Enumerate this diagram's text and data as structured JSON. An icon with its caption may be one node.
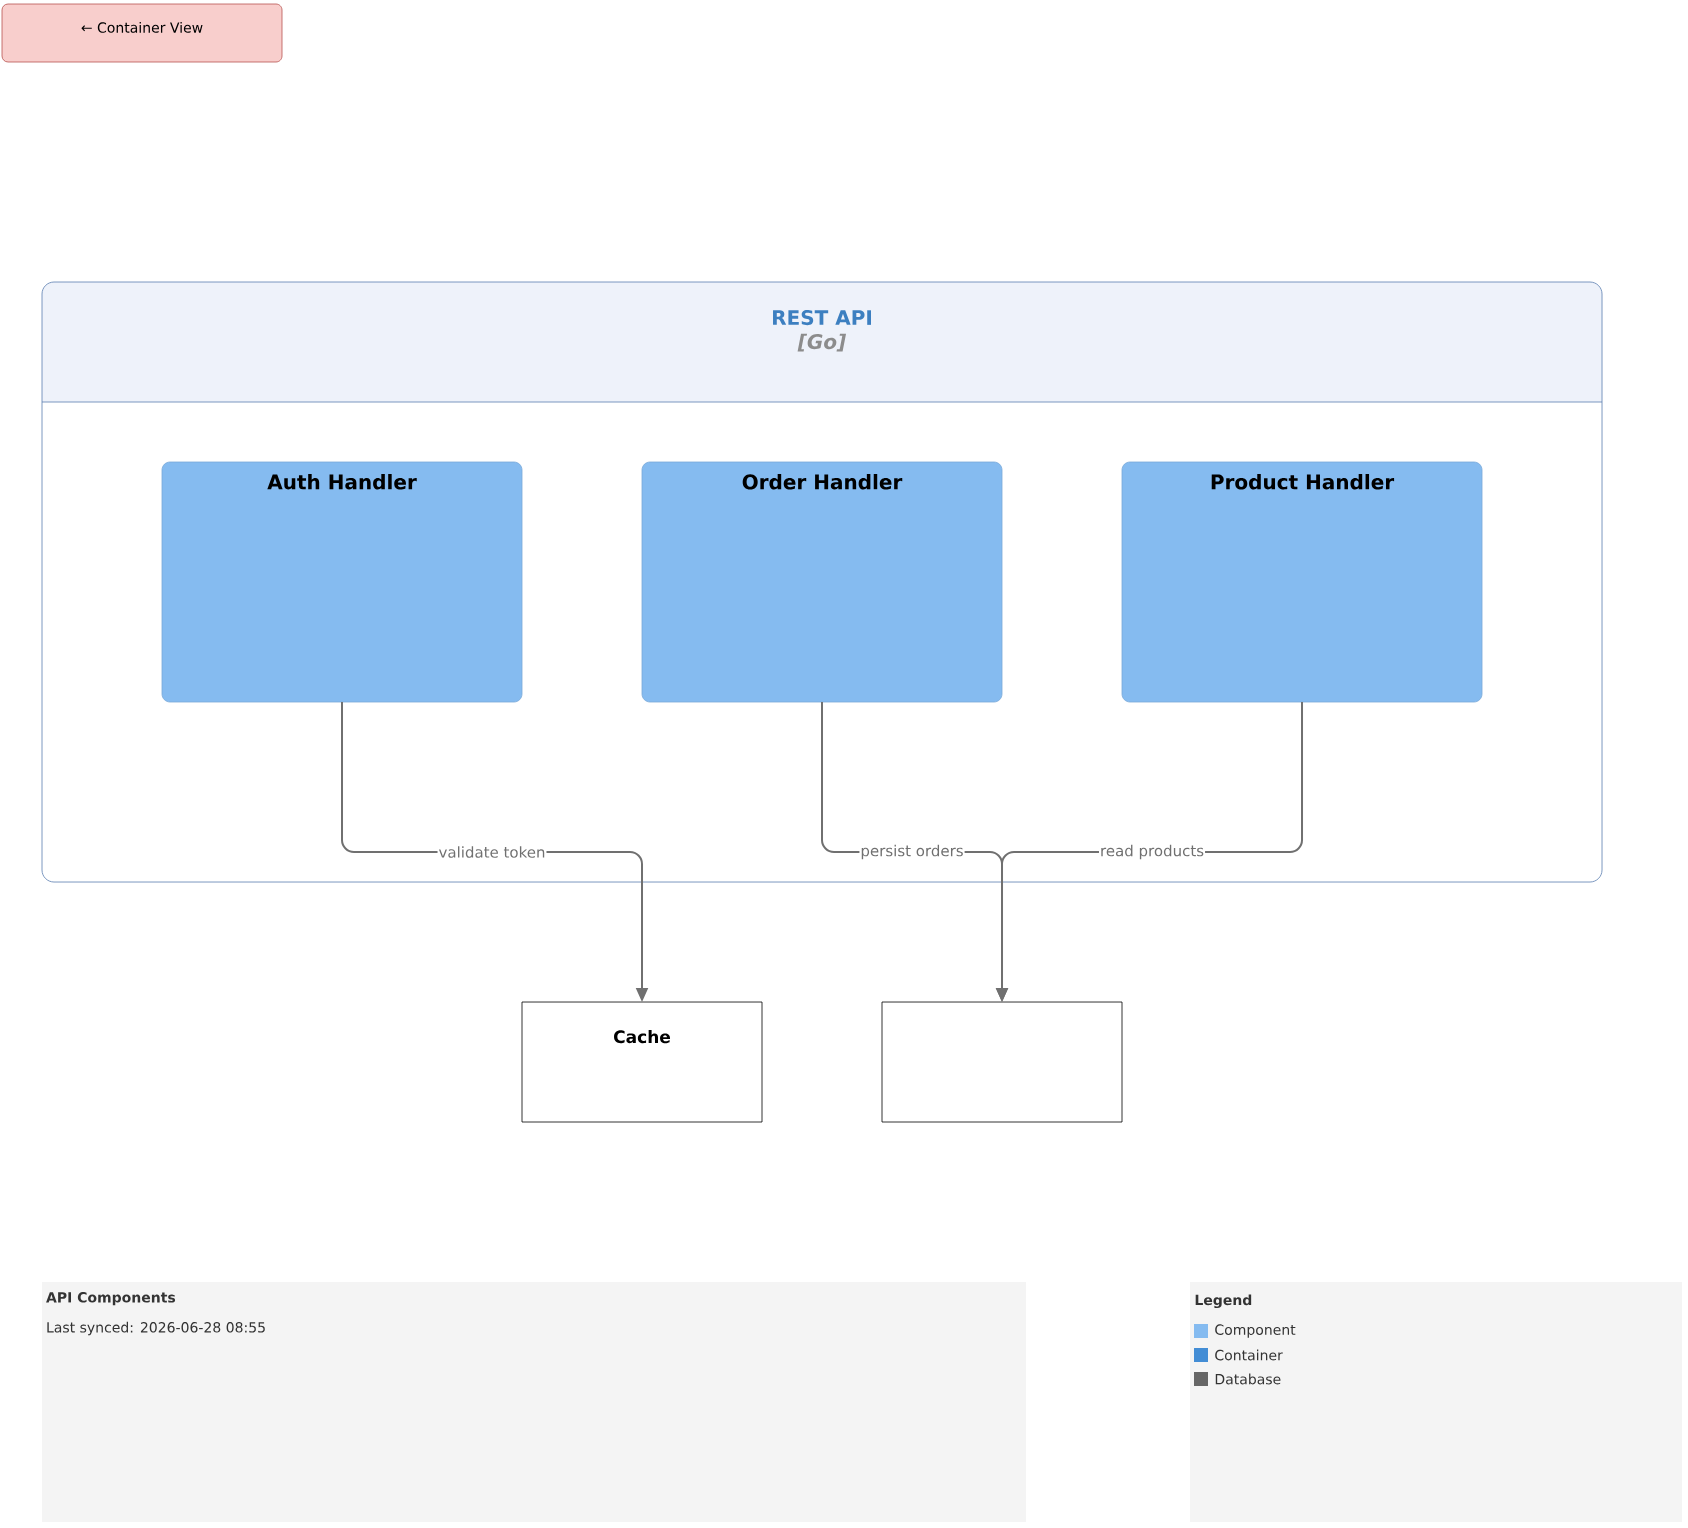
{
  "diagram": {
    "nodes": [
      {
        "text": [
          "← Container View"
        ]
      },
      {
        "text": [
          "REST API",
          "[Go]"
        ]
      },
      {
        "text": [
          "Auth Handler"
        ],
        "in": 1
      },
      {
        "text": [
          "Order Handler"
        ],
        "in": 1
      },
      {
        "text": [
          "Product Handler"
        ],
        "in": 1
      },
      {
        "text": [
          "Cache"
        ]
      },
      {
        "text": [],
        "shape": "box"
      },
      {
        "text": [
          "API Components",
          "Last synced: 2026-06-28 08:55"
        ]
      }
    ],
    "edges": [
      {
        "from": 2,
        "to": 5,
        "arrow": "to",
        "label": "validate token"
      },
      {
        "from": 3,
        "to": 6,
        "arrow": "to",
        "label": "persist orders"
      },
      {
        "from": 4,
        "to": 6,
        "arrow": "to",
        "label": "read products"
      }
    ],
    "labels": [
      "Legend"
    ],
    "legend": [
      {
        "text": "Component",
        "color": "#85bbf0"
      },
      {
        "text": "Container",
        "color": "#438dd5"
      },
      {
        "text": "Database",
        "color": "#666666"
      }
    ]
  }
}
